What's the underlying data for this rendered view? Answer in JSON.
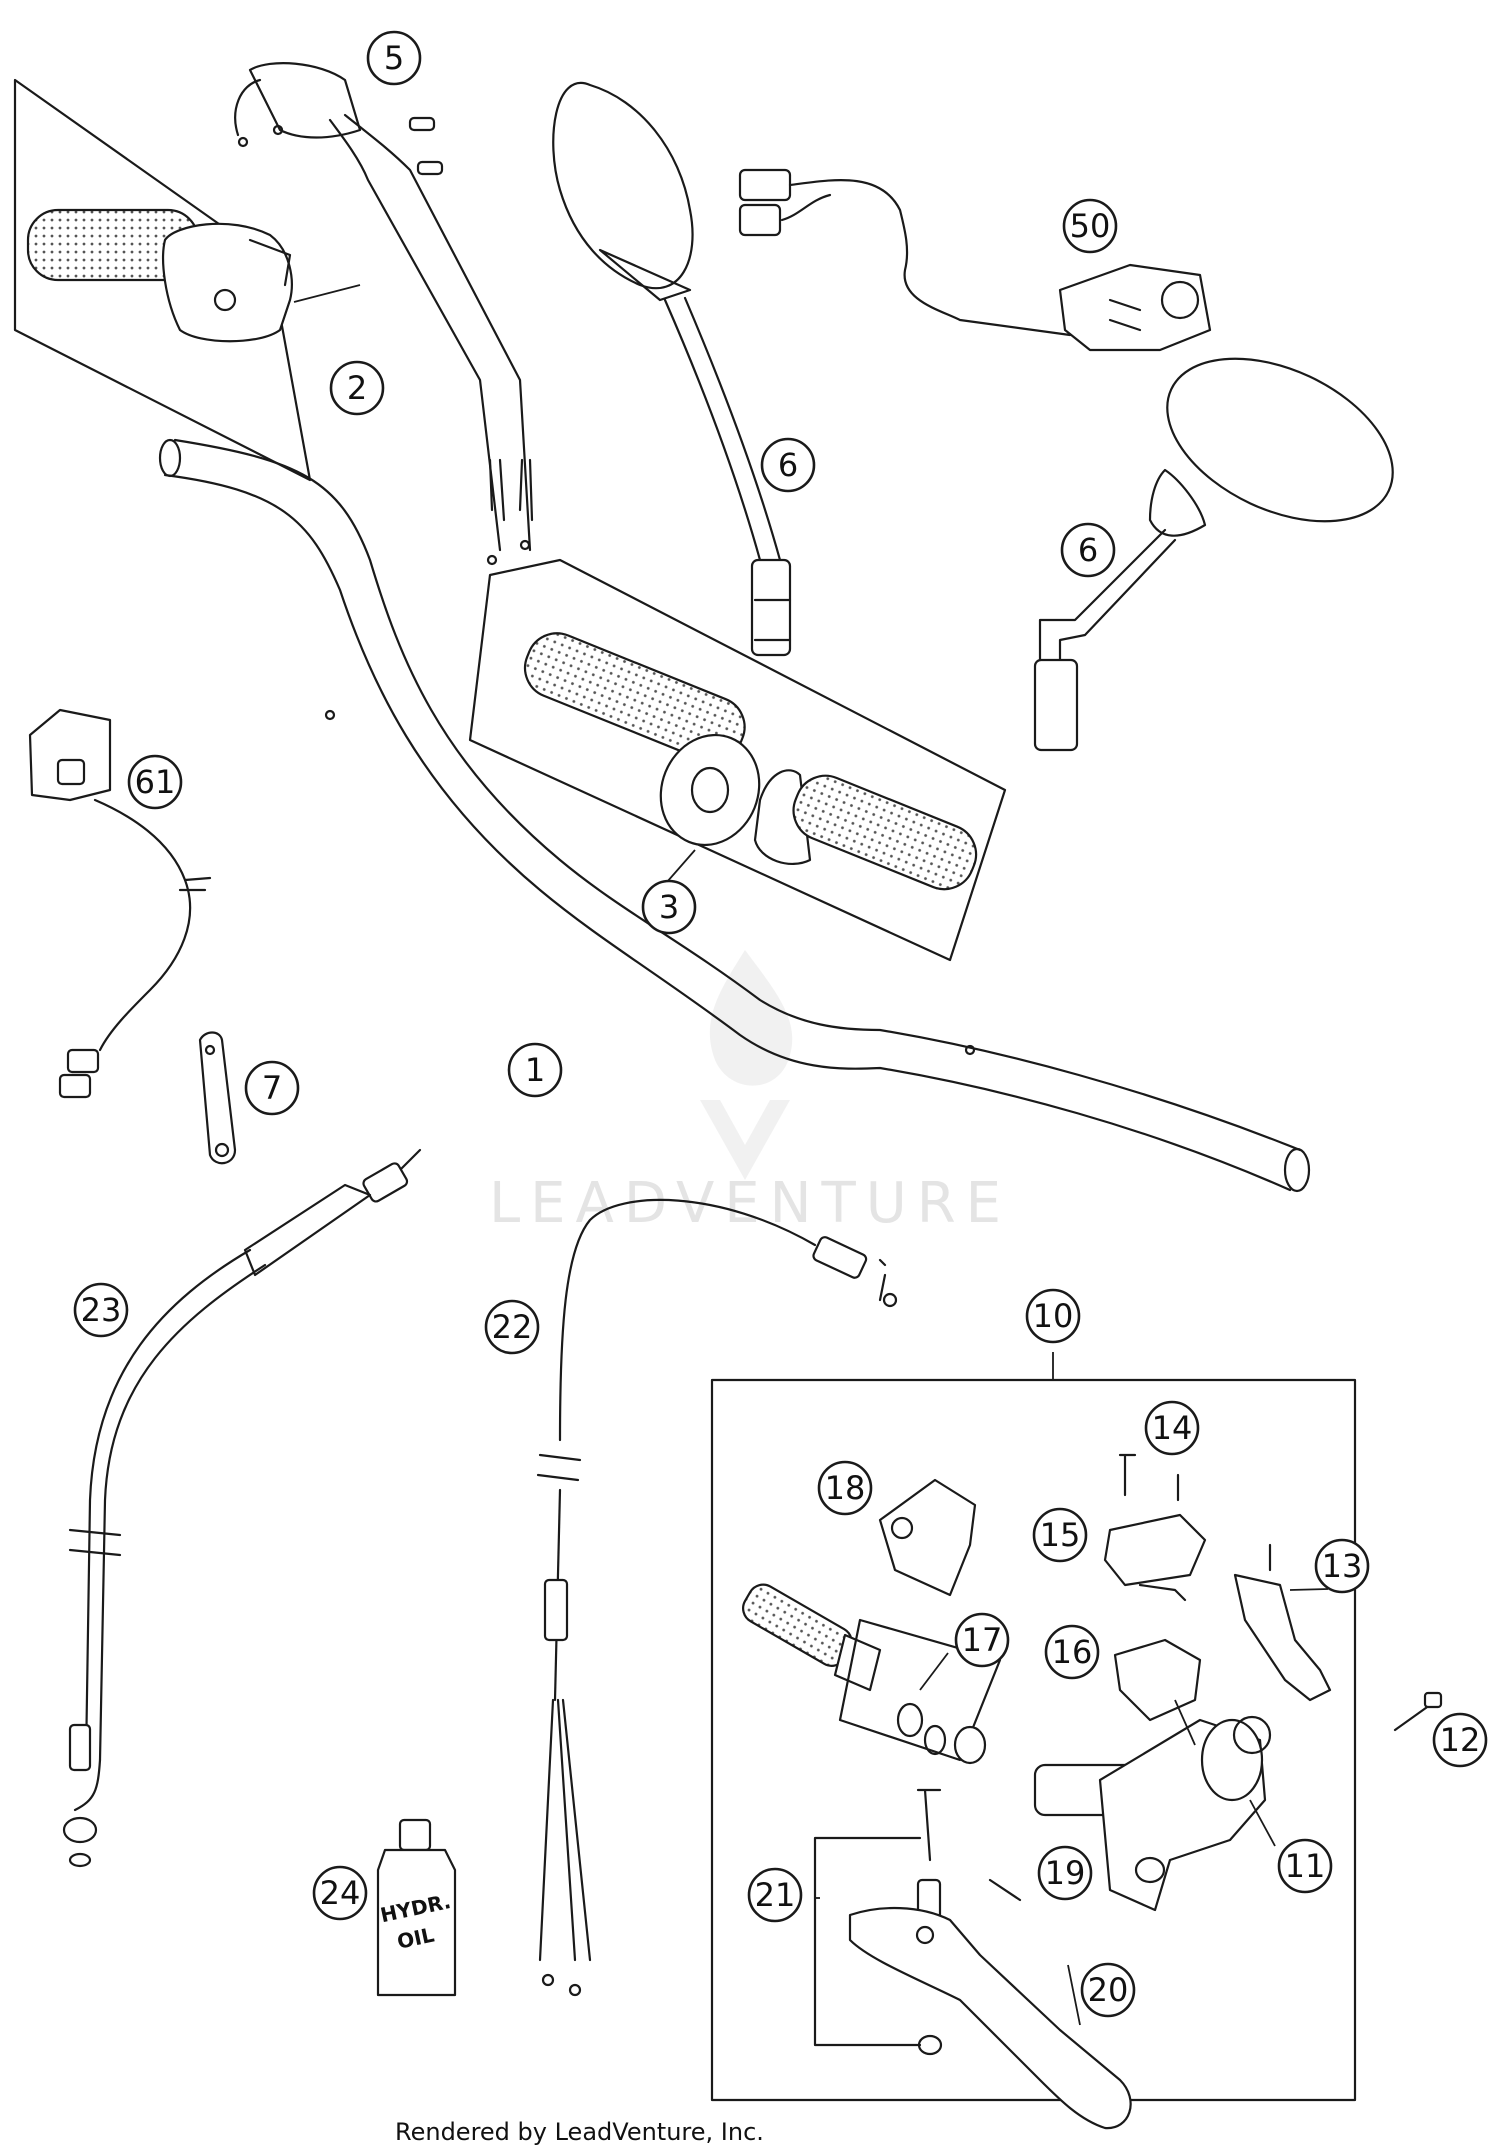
{
  "watermark": {
    "text": "LEADVENTURE"
  },
  "footer": {
    "text": "Rendered by LeadVenture, Inc."
  },
  "bottle_label": {
    "line1": "HYDR.",
    "line2": "OIL"
  },
  "callouts": [
    {
      "id": "c1",
      "label": "1"
    },
    {
      "id": "c2",
      "label": "2"
    },
    {
      "id": "c3",
      "label": "3"
    },
    {
      "id": "c5",
      "label": "5"
    },
    {
      "id": "c6a",
      "label": "6"
    },
    {
      "id": "c6b",
      "label": "6"
    },
    {
      "id": "c7",
      "label": "7"
    },
    {
      "id": "c10",
      "label": "10"
    },
    {
      "id": "c11",
      "label": "11"
    },
    {
      "id": "c12",
      "label": "12"
    },
    {
      "id": "c13",
      "label": "13"
    },
    {
      "id": "c14",
      "label": "14"
    },
    {
      "id": "c15",
      "label": "15"
    },
    {
      "id": "c16",
      "label": "16"
    },
    {
      "id": "c17",
      "label": "17"
    },
    {
      "id": "c18",
      "label": "18"
    },
    {
      "id": "c19",
      "label": "19"
    },
    {
      "id": "c20",
      "label": "20"
    },
    {
      "id": "c21",
      "label": "21"
    },
    {
      "id": "c22",
      "label": "22"
    },
    {
      "id": "c23",
      "label": "23"
    },
    {
      "id": "c24",
      "label": "24"
    },
    {
      "id": "c50",
      "label": "50"
    },
    {
      "id": "c61",
      "label": "61"
    }
  ]
}
